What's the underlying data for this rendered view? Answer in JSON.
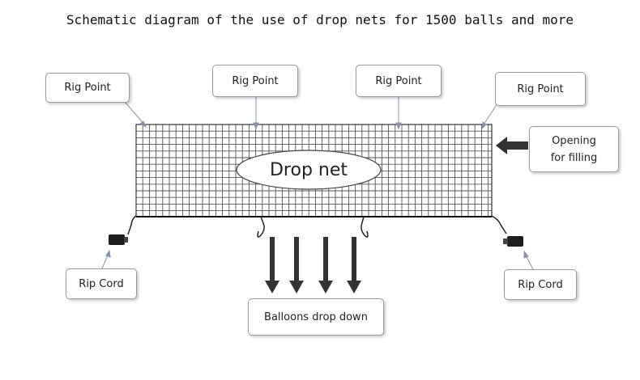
{
  "diagram": {
    "title": "Schematic diagram of the use of drop nets for 1500 balls and more",
    "net_label": "Drop net",
    "rig_points": [
      {
        "label": "Rig Point"
      },
      {
        "label": "Rig Point"
      },
      {
        "label": "Rig Point"
      },
      {
        "label": "Rig Point"
      }
    ],
    "opening": {
      "label": "Opening\nfor filling"
    },
    "rip_cords": [
      {
        "label": "Rip Cord"
      },
      {
        "label": "Rip Cord"
      }
    ],
    "balloons": {
      "label": "Balloons drop down"
    },
    "colors": {
      "net_lines": "#555555",
      "box_border": "#9a9a9a",
      "arrow_fill": "#333333",
      "pointer_line": "#8a90b0"
    }
  }
}
